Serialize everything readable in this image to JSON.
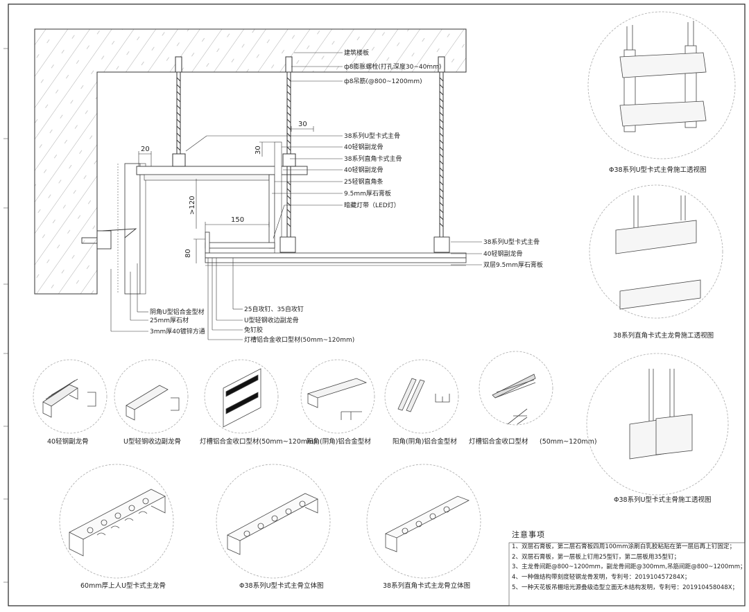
{
  "section_labels": {
    "floor_slab": "建筑楼板",
    "expansion_bolt": "ф8膨胀螺栓(打孔深度30~40mm)",
    "hanger_rod": "ф8吊筋(@800~1200mm)",
    "u_main_keel_38": "38系列U型卡式主骨",
    "keel_40_a": "40轻钢副龙骨",
    "right_angle_main_38": "38系列直角卡式主骨",
    "keel_40_b": "40轻钢副龙骨",
    "angle_strip_25": "25轻钢直角条",
    "gypsum_9_5": "9.5mm厚石膏板",
    "led_strip": "暗藏灯带（LED灯）",
    "right_u_main_keel": "38系列U型卡式主骨",
    "right_keel_40": "40轻钢副龙骨",
    "right_double_gypsum": "双层9.5mm厚石膏板",
    "yin_angle_profile": "阴角U型铝合金型材",
    "stone_25": "25mm厚石材",
    "square_tube": "3mm厚40镀锌方通",
    "screws": "25自攻钉、35自攻钉",
    "u_edge_keel": "U型轻钢收边副龙骨",
    "nail_free_glue": "免钉胶",
    "light_trough_profile": "灯槽铝合金收口型材(50mm~120mm)"
  },
  "dimensions": {
    "d30_top": "30",
    "d20": "20",
    "d30_side": "30",
    "d120": ">120",
    "d150": "150",
    "d80": "80"
  },
  "component_captions": {
    "c1": "40轻钢副龙骨",
    "c2": "U型轻钢收边副龙骨",
    "c3": "灯槽铝合金收口型材(50mm~120mm)",
    "c4": "阳角(阴角)铝合金型材",
    "c5": "阳角(阴角)铝合金型材",
    "c6a": "灯槽铝合金收口型材",
    "c6b": "(50mm~120mm)"
  },
  "keel_captions": {
    "k1": "60mm厚上人U型卡式主龙骨",
    "k2": "Φ38系列U型卡式主骨立体图",
    "k3": "38系列直角卡式主龙骨立体图"
  },
  "perspective_captions": {
    "p1": "Φ38系列U型卡式主骨施工透视图",
    "p2": "38系列直角卡式主龙骨施工透视图",
    "p3": "Φ38系列U型卡式主骨施工透视图"
  },
  "notes": {
    "title": "注意事项",
    "items": [
      "1、双层石膏板，第二层石膏板四周100mm涂刷白乳胶粘贴在第一层后再上钉固定；",
      "2、双层石膏板，第一层板上钉用25型钉，第二层板用35型钉；",
      "3、主龙骨间距@800~1200mm，副龙骨间距@300mm,吊筋间距@800~1200mm；",
      "4、一种做结构带刻度轻钢龙骨发明，专利号：201910457284X；",
      "5、一种天花板吊棚培光源叠级造型立面无木结构发明，专利号：201910458048X；"
    ]
  }
}
